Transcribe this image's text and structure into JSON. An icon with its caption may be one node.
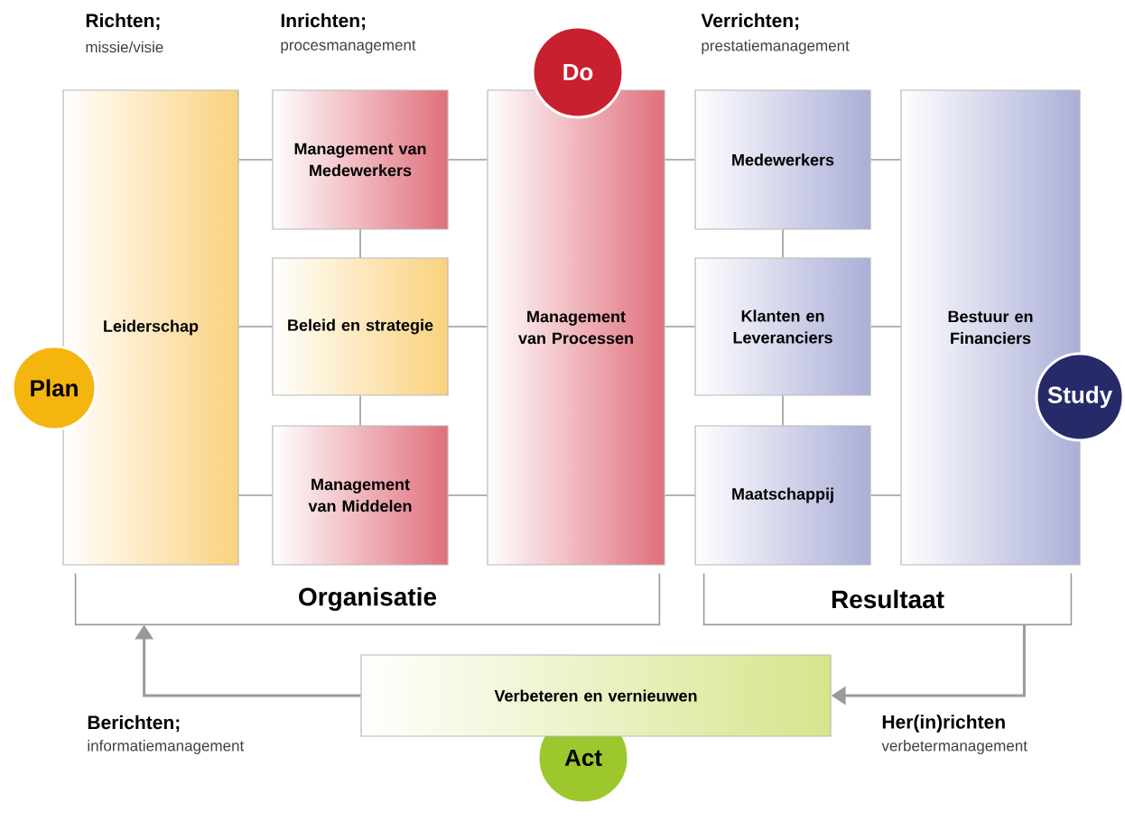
{
  "diagram": {
    "nodes": [
      {
        "text": [
          "Leiderschap"
        ]
      },
      {
        "text": [
          "Management van Medewerkers"
        ]
      },
      {
        "text": [
          "Beleid en strategie"
        ]
      },
      {
        "text": [
          "Management van Middelen"
        ]
      },
      {
        "text": [
          "Management van Processen"
        ]
      },
      {
        "text": [
          "Medewerkers"
        ]
      },
      {
        "text": [
          "Klanten en Leveranciers"
        ]
      },
      {
        "text": [
          "Maatschappij"
        ]
      },
      {
        "text": [
          "Bestuur en Financiers"
        ]
      },
      {
        "text": [
          "Plan"
        ]
      },
      {
        "text": [
          "Do"
        ]
      },
      {
        "text": [
          "Study"
        ]
      },
      {
        "text": [
          "Act"
        ]
      },
      {
        "text": [
          "Verbeteren en vernieuwen"
        ]
      },
      {
        "text": [
          "Organisatie"
        ]
      },
      {
        "text": [
          "Resultaat"
        ]
      }
    ],
    "edges": [
      {
        "from": 0,
        "to": 1,
        "arrow": "none"
      },
      {
        "from": 0,
        "to": 2,
        "arrow": "none"
      },
      {
        "from": 0,
        "to": 3,
        "arrow": "none"
      },
      {
        "from": 1,
        "to": 2,
        "arrow": "none"
      },
      {
        "from": 2,
        "to": 3,
        "arrow": "none"
      },
      {
        "from": 1,
        "to": 4,
        "arrow": "none"
      },
      {
        "from": 2,
        "to": 4,
        "arrow": "none"
      },
      {
        "from": 3,
        "to": 4,
        "arrow": "none"
      },
      {
        "from": 4,
        "to": 5,
        "arrow": "none"
      },
      {
        "from": 4,
        "to": 6,
        "arrow": "none"
      },
      {
        "from": 4,
        "to": 7,
        "arrow": "none"
      },
      {
        "from": 5,
        "to": 6,
        "arrow": "none"
      },
      {
        "from": 6,
        "to": 7,
        "arrow": "none"
      },
      {
        "from": 5,
        "to": 8,
        "arrow": "none"
      },
      {
        "from": 6,
        "to": 8,
        "arrow": "none"
      },
      {
        "from": 7,
        "to": 8,
        "arrow": "none"
      },
      {
        "from": 13,
        "to": 14,
        "arrow": "to"
      },
      {
        "from": 15,
        "to": 13,
        "arrow": "to"
      }
    ],
    "labels": [
      "Richten;",
      "missie/visie",
      "Inrichten;",
      "procesmanagement",
      "Verrichten;",
      "prestatiemanagement",
      "Berichten;",
      "informatiemanagement",
      "Her(in)richten",
      "verbetermanagement"
    ]
  }
}
